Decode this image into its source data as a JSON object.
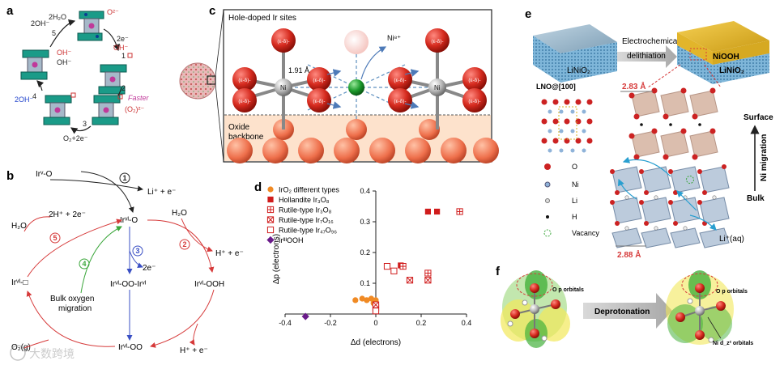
{
  "panels": {
    "a": {
      "letter": "a",
      "labels": {
        "o2minus": "O²⁻",
        "oh_top": "OH⁻",
        "ohminus_a": "OH⁻",
        "ohminus_b": "OH⁻",
        "two_oh": "2OH⁻",
        "two_h2o": "2H₂O",
        "minus2e": "2e⁻",
        "step1": "1",
        "step2": "2",
        "step3": "3",
        "step4": "4",
        "step5": "5",
        "faster": "Faster",
        "o22minus": "(O₂)²⁻",
        "o2_2e": "O₂+2e⁻",
        "twooh_left": "2OH⁻"
      }
    },
    "b": {
      "letter": "b",
      "nodes": {
        "ir5o_top": "Irᵛ-O",
        "ir6o": "Irᵛᴵ-O",
        "ir6ooh": "Irᵛᴵ-OOH",
        "ir6oo": "Irᵛᴵ-OO",
        "ir6oo_ir6": "Irᵛᴵ-OO-Irᵛᴵ",
        "ir6_vac": "Irᵛᴵ-□",
        "o2g": "O₂(g)"
      },
      "labels": {
        "li_e": "Li⁺ + e⁻",
        "two_h_e": "2H⁺ + 2e⁻",
        "h2o_left": "H₂O",
        "h2o_right": "H₂O",
        "h_e_right": "H⁺ + e⁻",
        "h_e_bottom": "H⁺ + e⁻",
        "two_e": "2e⁻",
        "bulk_oxygen": "Bulk oxygen",
        "migration": "migration",
        "c1": "1",
        "c2": "2",
        "c3": "3",
        "c4": "4",
        "c5": "5"
      },
      "colors": {
        "red": "#d63a3a",
        "blue": "#3a4fc4",
        "green": "#3aa63a",
        "black": "#222222"
      }
    },
    "c": {
      "letter": "c",
      "title": "Hole-doped Ir sites",
      "ni_label": "Ni⁸⁺",
      "bond_length": "1.91 Å",
      "o_label": "(ε-δ)-",
      "ni_atom_label": "Ni",
      "backbone": "Oxide\nbackbone",
      "backbone_line1": "Oxide",
      "backbone_line2": "backbone"
    },
    "d": {
      "letter": "d",
      "legend": [
        {
          "label": "IrO₂ different types",
          "marker": "circle-orange"
        },
        {
          "label": "Hollandite Ir₃O₈",
          "marker": "square-red"
        },
        {
          "label": "Rutile-type Ir₃O₈",
          "marker": "square-plus"
        },
        {
          "label": "Rutile-type Ir₇O₁₆",
          "marker": "square-x"
        },
        {
          "label": "Rutile-type Ir₄₇O₉₆",
          "marker": "square-open"
        },
        {
          "label": "IrᴵᴵᴵOOH",
          "marker": "diamond-purple"
        }
      ]
    },
    "e": {
      "letter": "e",
      "labels": {
        "linio2_left": "LiNiO₂",
        "electro": "Electrochemical",
        "delith": "delithiation",
        "niooh": "NiOOH",
        "linio2_right": "LiNiO₂",
        "lno": "LNO@[100]",
        "d283": "2.83 Å",
        "d288": "2.88 Å",
        "surface": "Surface",
        "bulk": "Bulk",
        "ni_migration": "Ni migration",
        "leg_o": "O",
        "leg_ni": "Ni",
        "leg_li": "Li",
        "leg_h": "H",
        "leg_vac": "Vacancy",
        "li_aq": "Li⁺(aq)"
      }
    },
    "f": {
      "letter": "f",
      "labels": {
        "o_p_left": "O p orbitals",
        "o_p_right": "O p orbitals",
        "deprot": "Deprotonation",
        "ni_dz2": "Ni d_z² orbitals"
      }
    }
  },
  "watermark": "大数跨境",
  "chart_data": {
    "type": "scatter",
    "title": "",
    "xlabel": "Δd (electrons)",
    "ylabel": "Δp (electrons)",
    "xlim": [
      -0.4,
      0.4
    ],
    "ylim": [
      0,
      0.4
    ],
    "xticks": [
      "-0.4",
      "-0.2",
      "0",
      "0.2",
      "0.4"
    ],
    "yticks": [
      "0.1",
      "0.2",
      "0.3",
      "0.4"
    ],
    "series": [
      {
        "name": "IrO₂ different types",
        "marker": "circle",
        "color": "#f08a24",
        "points": [
          [
            -0.09,
            0.045
          ],
          [
            -0.06,
            0.05
          ],
          [
            -0.04,
            0.045
          ],
          [
            -0.02,
            0.05
          ],
          [
            0.0,
            0.045
          ],
          [
            -0.01,
            0.035
          ]
        ]
      },
      {
        "name": "Hollandite Ir₃O₈",
        "marker": "square",
        "color": "#d01c1c",
        "points": [
          [
            0.23,
            0.333
          ],
          [
            0.27,
            0.333
          ],
          [
            0.11,
            0.158
          ]
        ]
      },
      {
        "name": "Rutile-type Ir₃O₈",
        "marker": "square-plus",
        "color": "#d01c1c",
        "points": [
          [
            0.37,
            0.333
          ],
          [
            0.23,
            0.133
          ],
          [
            0.12,
            0.155
          ],
          [
            0.0,
            0.02
          ]
        ]
      },
      {
        "name": "Rutile-type Ir₇O₁₆",
        "marker": "square-x",
        "color": "#d01c1c",
        "points": [
          [
            0.23,
            0.11
          ],
          [
            0.15,
            0.11
          ],
          [
            0.0,
            0.03
          ]
        ]
      },
      {
        "name": "Rutile-type Ir₄₇O₉₆",
        "marker": "square-open",
        "color": "#d01c1c",
        "points": [
          [
            0.05,
            0.155
          ],
          [
            0.08,
            0.14
          ],
          [
            0.0,
            0.01
          ]
        ]
      },
      {
        "name": "IrᴵᴵᴵOOH",
        "marker": "diamond",
        "color": "#6a1b8a",
        "points": [
          [
            -0.31,
            -0.008
          ]
        ]
      }
    ]
  }
}
